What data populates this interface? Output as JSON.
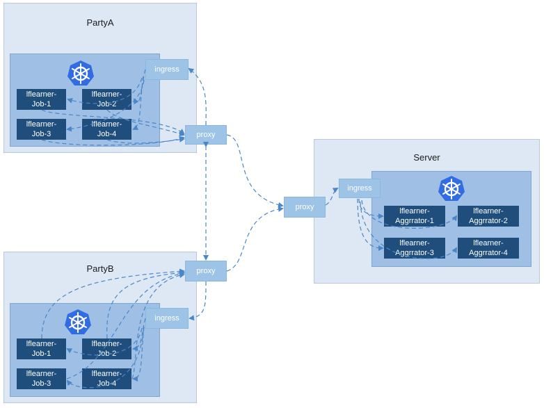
{
  "partyA": {
    "title": "PartyA",
    "ingress": "ingress",
    "proxy": "proxy",
    "jobs": [
      {
        "line1": "lflearner-",
        "line2": "Job-1"
      },
      {
        "line1": "lflearner-",
        "line2": "Job-2"
      },
      {
        "line1": "lflearner-",
        "line2": "Job-3"
      },
      {
        "line1": "lflearner-",
        "line2": "Job-4"
      }
    ],
    "icon": "kubernetes-icon"
  },
  "partyB": {
    "title": "PartyB",
    "ingress": "ingress",
    "proxy": "proxy",
    "jobs": [
      {
        "line1": "lflearner-",
        "line2": "Job-1"
      },
      {
        "line1": "lflearner-",
        "line2": "Job-2"
      },
      {
        "line1": "lflearner-",
        "line2": "Job-3"
      },
      {
        "line1": "lflearner-",
        "line2": "Job-4"
      }
    ],
    "icon": "kubernetes-icon"
  },
  "server": {
    "title": "Server",
    "ingress": "ingress",
    "proxy": "proxy",
    "aggregators": [
      {
        "line1": "lflearner-",
        "line2": "Aggrrator-1"
      },
      {
        "line1": "lflearner-",
        "line2": "Aggrrator-2"
      },
      {
        "line1": "lflearner-",
        "line2": "Aggrrator-3"
      },
      {
        "line1": "lflearner-",
        "line2": "Aggrrator-4"
      }
    ],
    "icon": "kubernetes-icon"
  },
  "colors": {
    "party_bg": "#dde8f4",
    "cluster_bg": "#9fc0e4",
    "job_bg": "#1f4e7d",
    "gateway_bg": "#9dc3e6",
    "arrow": "#4a86c8",
    "k8s_blue": "#326ce5"
  }
}
